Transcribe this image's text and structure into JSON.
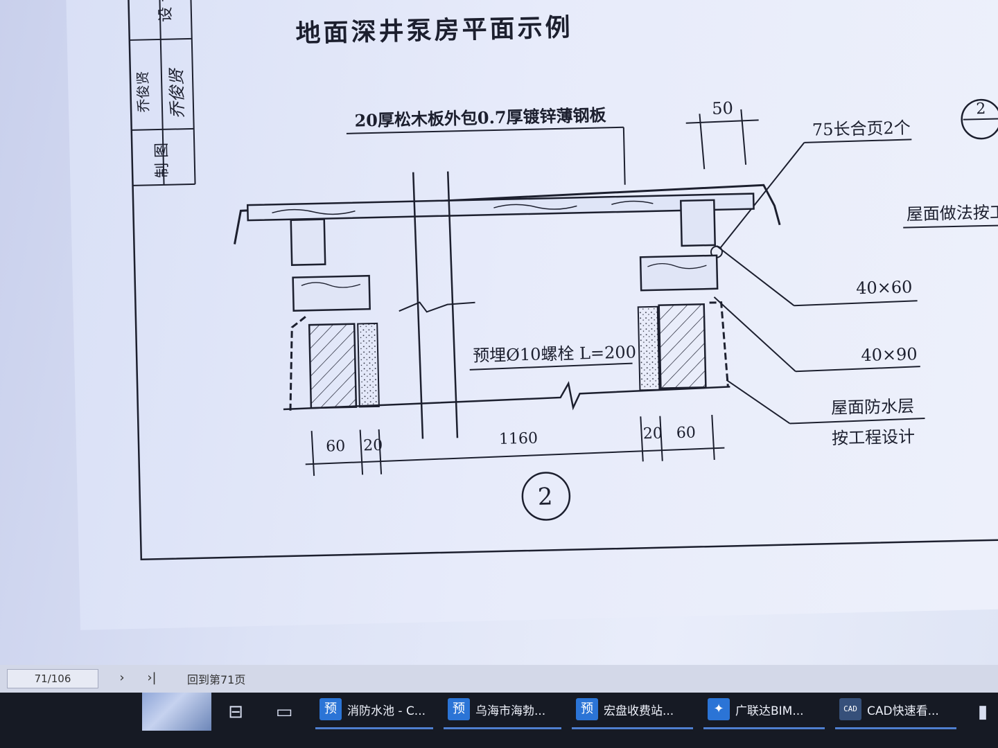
{
  "drawing": {
    "title": "地面深井泵房平面示例",
    "title_block": {
      "label_design": "设 计",
      "label_draw": "制 图",
      "name_design": "乔俊贤",
      "signature": "乔俊贤"
    },
    "annotations": {
      "top_plate": "20厚松木板外包0.7厚镀锌薄钢板",
      "hinge": "75长合页2个",
      "beam_upper": "40×60",
      "beam_lower": "40×90",
      "bolt": "预埋Ø10螺栓  L=200",
      "waterproof_line1": "屋面防水层",
      "waterproof_line2": "按工程设计",
      "roof_ref": "屋面做法按工"
    },
    "dimensions": {
      "top": "50",
      "d1": "60",
      "d2": "20",
      "d3": "1160",
      "d4": "20",
      "d5": "60"
    },
    "detail_number": "2",
    "ref_symbol_top": "2",
    "ref_symbol_bottom": "—"
  },
  "viewer": {
    "page_indicator": "71/106",
    "next_label": "›",
    "last_label": "›|",
    "goto_text": "回到第71页"
  },
  "taskbar": {
    "apps": [
      {
        "icon": "预",
        "label": "消防水池 - C..."
      },
      {
        "icon": "预",
        "label": "乌海市海勃..."
      },
      {
        "icon": "预",
        "label": "宏盘收费站..."
      },
      {
        "icon": "✦",
        "label": "广联达BIM..."
      },
      {
        "icon": "CAD",
        "label": "CAD快速看..."
      }
    ]
  },
  "colors": {
    "ink": "#1c1f2e",
    "paper": "#e7ebfa",
    "taskbar": "#161a24",
    "accent": "#2b74d6"
  }
}
